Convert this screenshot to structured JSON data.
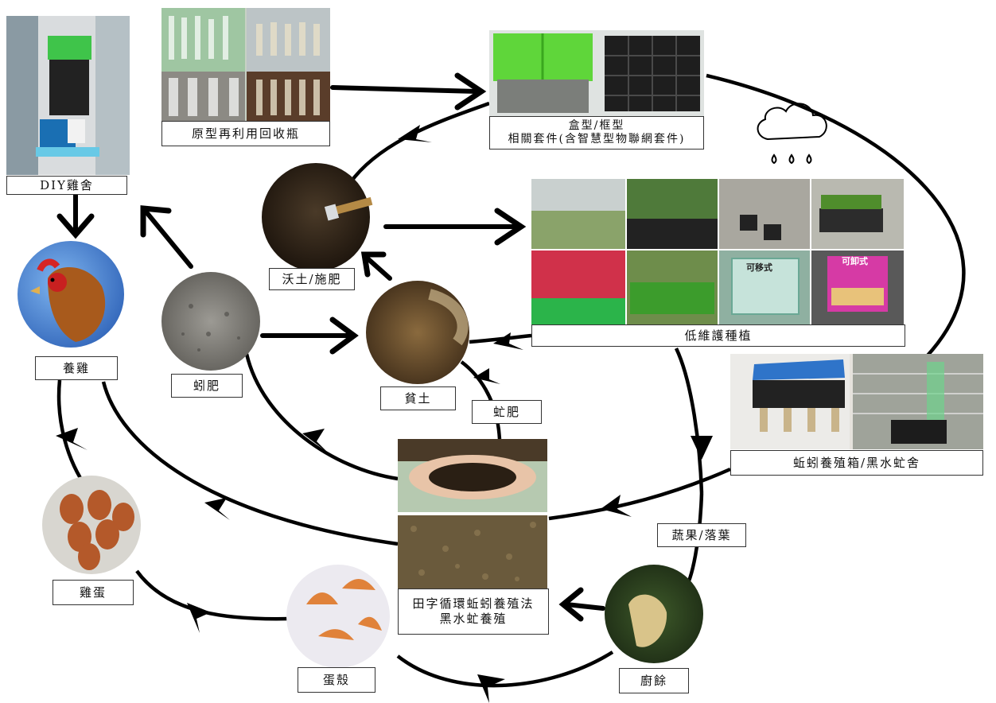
{
  "labels": {
    "diy_coop": "DIY雞舍",
    "raise_chicken": "養雞",
    "egg": "雞蛋",
    "eggshell": "蛋殼",
    "recycled_bottles": "原型再利用回收瓶",
    "box_frame_1": "盒型/框型",
    "box_frame_2": "相關套件(含智慧型物聯網套件)",
    "soil_compost": "沃土/施肥",
    "worm_manure": "蚓肥",
    "rich_soil": "貧土",
    "bsf_manure": "虻肥",
    "low_maintenance": "低維護種植",
    "worm_box": "蚯蚓養殖箱/黑水虻舍",
    "fruit_leaves": "蔬果/落葉",
    "kitchen_waste": "廚餘",
    "method_1": "田字循環蚯蚓養殖法",
    "method_2": "黑水虻養殖",
    "movable_1": "可移式",
    "movable_2": "可卸式"
  },
  "colors": {
    "arrow": "#000000",
    "green_box": "#5fd63a",
    "soil": "#2a1f14",
    "sky_blue": "#2f74c9",
    "magenta": "#d63aa5"
  }
}
